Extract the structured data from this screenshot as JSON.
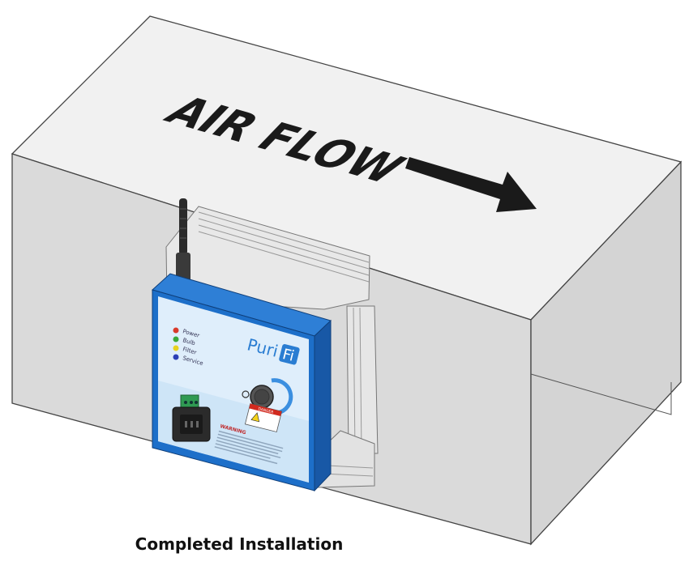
{
  "diagram": {
    "duct_label": "AIR FLOW",
    "caption": "Completed Installation",
    "unit": {
      "brand_text": "Puri",
      "brand_suffix": "Fi",
      "indicators": [
        {
          "label": "Power",
          "color": "#d93a2b"
        },
        {
          "label": "Bulb",
          "color": "#3aa83a"
        },
        {
          "label": "Filter",
          "color": "#e8d21f"
        },
        {
          "label": "Service",
          "color": "#2c3fb5"
        }
      ],
      "warning_heading": "WARNING",
      "warning_label_heading": "DANGER"
    },
    "colors": {
      "duct_top": "#f1f1f1",
      "duct_front": "#dcdcdc",
      "duct_side": "#d0d0d0",
      "unit_blue": "#1d6fc9",
      "arrow": "#1a1a1a"
    }
  }
}
